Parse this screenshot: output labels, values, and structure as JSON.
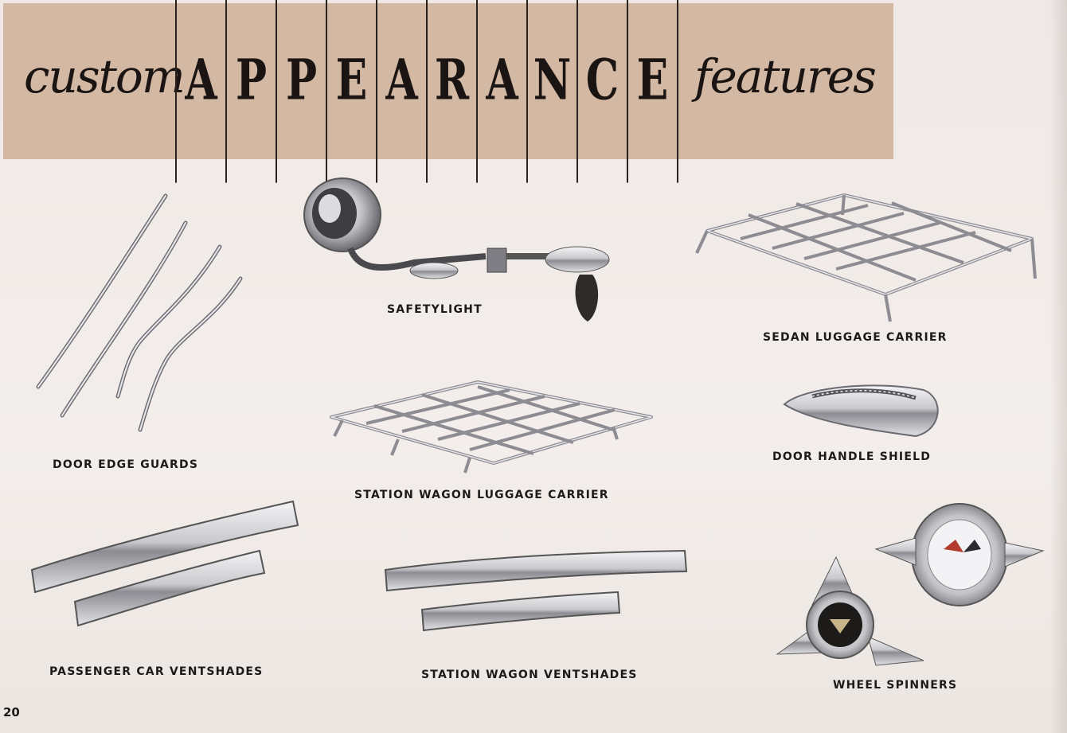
{
  "banner": {
    "left_word": "custom",
    "letters": [
      "A",
      "P",
      "P",
      "E",
      "A",
      "R",
      "A",
      "N",
      "C",
      "E"
    ],
    "right_word": "features"
  },
  "labels": {
    "door_edge_guards": "DOOR EDGE GUARDS",
    "safetylight": "SAFETYLIGHT",
    "sedan_luggage_carrier": "SEDAN LUGGAGE CARRIER",
    "station_wagon_luggage_carrier": "STATION WAGON LUGGAGE CARRIER",
    "door_handle_shield": "DOOR HANDLE SHIELD",
    "passenger_car_ventshades": "PASSENGER CAR VENTSHADES",
    "station_wagon_ventshades": "STATION WAGON VENTSHADES",
    "wheel_spinners": "WHEEL SPINNERS"
  },
  "page_number": "20",
  "colors": {
    "banner": "#d3b8a3",
    "paper": "#f1ebe8",
    "ink": "#1e1a18",
    "chrome": "#9a9a9e"
  }
}
